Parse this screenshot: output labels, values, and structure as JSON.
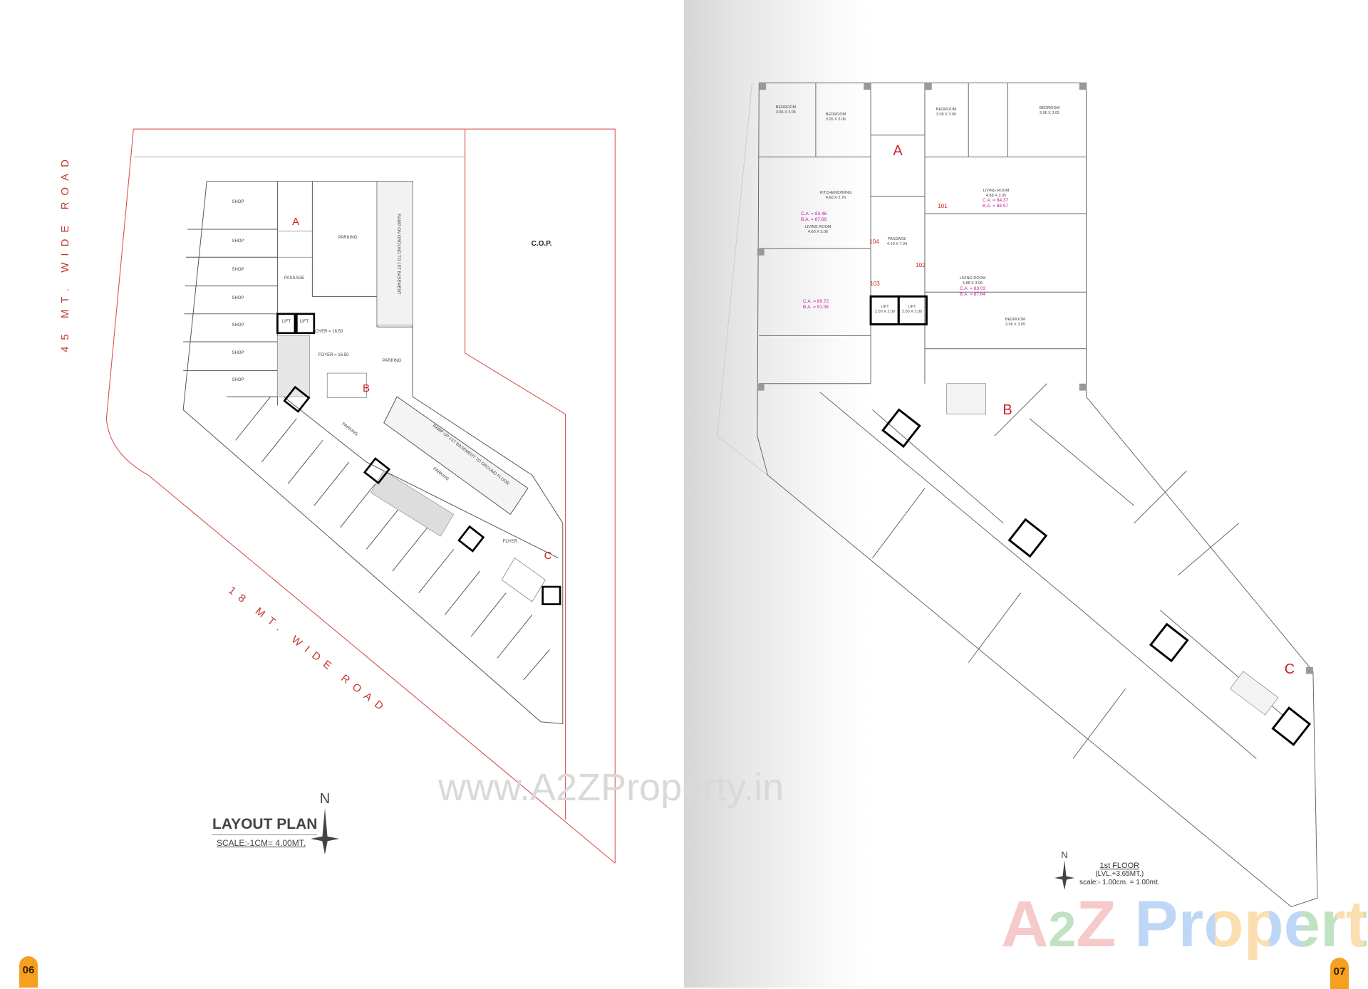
{
  "left_page": {
    "page_number": "06",
    "roads": {
      "north_west": "45 MT. WIDE ROAD",
      "south_west": "18 MT. WIDE ROAD"
    },
    "cop_label": "C.O.P.",
    "title": "LAYOUT PLAN",
    "scale": "SCALE:-1CM= 4.00MT.",
    "north": "N",
    "stair_labels": [
      "A",
      "B",
      "C"
    ],
    "labels": {
      "foyer_1": "FOYER = 16.50",
      "foyer_2": "FOYER = 16.50",
      "foyer_3": "FOYER",
      "passage": "PASSAGE",
      "parking_1": "PARKING",
      "parking_2": "PARKING",
      "parking_3": "PARKING",
      "parking_4": "PARKING",
      "lift": "LIFT",
      "ramp_1": "RAMP ON GROUND TO 1ST BASEMENT",
      "ramp_2": "RAMP UP 1ST BASEMENT TO GROUND FLOOR",
      "shop": "SHOP"
    }
  },
  "right_page": {
    "page_number": "07",
    "floor_title": "1st FLOOR",
    "level": "(LVL.+3.65MT.)",
    "scale": "scale:- 1.00cm. = 1.00mt.",
    "north": "N",
    "stair_labels": [
      "A",
      "B",
      "C"
    ],
    "unit_numbers": [
      "101",
      "102",
      "103",
      "104"
    ],
    "rooms": [
      {
        "name": "BEDROOM",
        "size": "3.96 X 3.05"
      },
      {
        "name": "BEDROOM",
        "size": "3.05 X 3.06"
      },
      {
        "name": "BEDROOM",
        "size": "3.05 X 3.06"
      },
      {
        "name": "BEDROOM",
        "size": "3.96 X 3.05"
      },
      {
        "name": "KITCHEN/DINING",
        "size": "4.60 X 2.76"
      },
      {
        "name": "LIVING ROOM",
        "size": "4.60 X 3.06"
      },
      {
        "name": "PASSAGE",
        "size": "4.10 X 7.04"
      },
      {
        "name": "LIVING ROOM",
        "size": "4.88 X 3.05"
      },
      {
        "name": "LIVING ROOM",
        "size": "4.88 X 3.05"
      },
      {
        "name": "LIFT",
        "size": "2.00 X 2.00"
      },
      {
        "name": "LIFT",
        "size": "2.00 X 2.00"
      },
      {
        "name": "BEDROOM",
        "size": "3.96 X 3.05"
      }
    ],
    "areas": [
      {
        "ca": "C.A. = 83.46",
        "ba": "B.A. = 87.69"
      },
      {
        "ca": "C.A. = 84.37",
        "ba": "B.A. = 88.57"
      },
      {
        "ca": "C.A. = 83.03",
        "ba": "B.A. = 87.64"
      },
      {
        "ca": "C.A. = 89.72",
        "ba": "B.A. = 91.06"
      }
    ]
  },
  "watermark": "www.A2ZProperty.in",
  "logo": {
    "a": "A",
    "two": "2",
    "z": "Z",
    "word": "Property"
  },
  "colors": {
    "badge": "#f5a01f",
    "site_boundary": "#d9534f",
    "area_text": "#c2189a",
    "stair_letter": "#cc2222"
  }
}
